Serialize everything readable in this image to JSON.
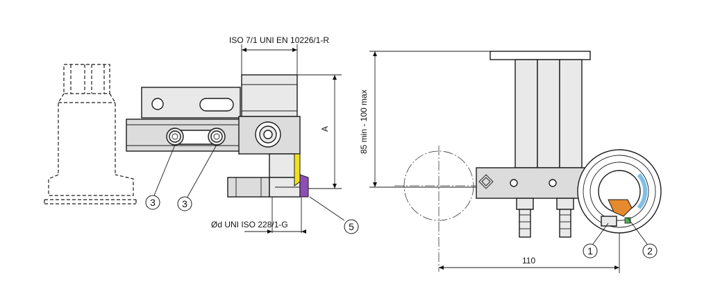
{
  "labels": {
    "thread_iso7": "ISO 7/1 UNI EN 10226/1-R",
    "dim_a": "A",
    "thread_iso228": "Ød UNI ISO 228/1-G",
    "height_range": "85 min - 100 max",
    "width_110": "110"
  },
  "callouts": {
    "c3a": "3",
    "c3b": "3",
    "c5": "5",
    "c1": "1",
    "c2": "2"
  },
  "colors": {
    "yellow_gasket": "#f2e21a",
    "purple_seal": "#8e4fb5",
    "blue_arc": "#7fc0e8",
    "orange_part": "#e58a2e",
    "green_mark": "#4caf50"
  }
}
